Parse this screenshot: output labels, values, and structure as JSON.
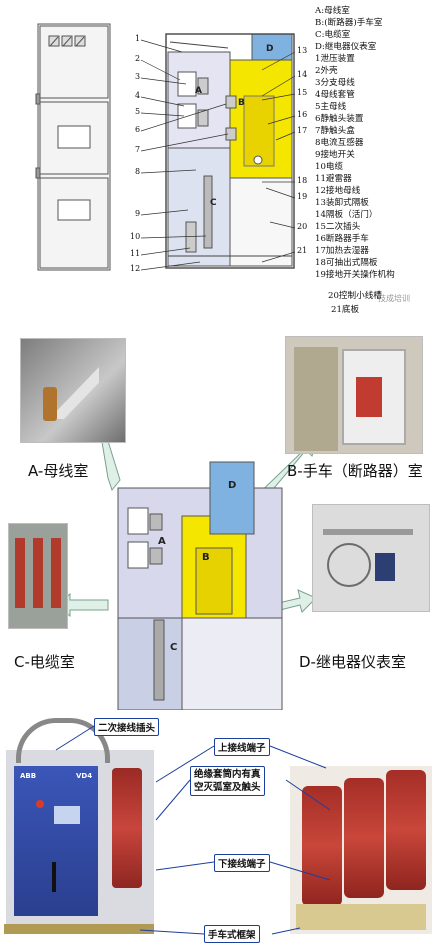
{
  "top": {
    "legend": [
      "A:母线室",
      "B:(断路器)手车室",
      "C:电缆室",
      "D:继电器仪表室",
      "1泄压装置",
      "2外壳",
      "3分支母线",
      "4母线套管",
      "5主母线",
      "6静触头装置",
      "7静触头盒",
      "8电流互感器",
      "9接地开关",
      "10电缆",
      "11避雷器",
      "12接地母线",
      "13装卸式隔板",
      "14隔板（活门）",
      "15二次插头",
      "16断路器手车",
      "17加热去湿器",
      "18可抽出式隔板",
      "19接地开关操作机构",
      "20控制小线槽",
      "21底板"
    ],
    "compartment_letters": [
      "A",
      "B",
      "C",
      "D"
    ],
    "callout_numbers": [
      "1",
      "2",
      "3",
      "4",
      "5",
      "6",
      "7",
      "8",
      "9",
      "10",
      "11",
      "12",
      "13",
      "14",
      "15",
      "16",
      "17",
      "18",
      "19",
      "20",
      "21"
    ],
    "watermark": "技成培训"
  },
  "middle": {
    "captions": {
      "a": "A-母线室",
      "b": "B-手车（断路器）室",
      "c": "C-电缆室",
      "d": "D-继电器仪表室"
    },
    "compartment_letters": [
      "A",
      "B",
      "C",
      "D"
    ]
  },
  "bottom": {
    "labels": {
      "plug": "二次接线插头",
      "upper": "上接线端子",
      "vacuum_line1": "绝缘套筒内有真",
      "vacuum_line2": "空灭弧室及触头",
      "lower": "下接线端子",
      "frame": "手车式框架"
    },
    "breaker_brand": "ABB",
    "breaker_model": "VD4"
  },
  "colors": {
    "bus_room": "#d8d8ec",
    "breaker_room": "#f5e600",
    "cable_room": "#c9d0e6",
    "relay_room": "#7fb2e0",
    "arrow": "#dff0e8",
    "tag_border": "#1c3f9e",
    "insulator": "#b0302a"
  }
}
